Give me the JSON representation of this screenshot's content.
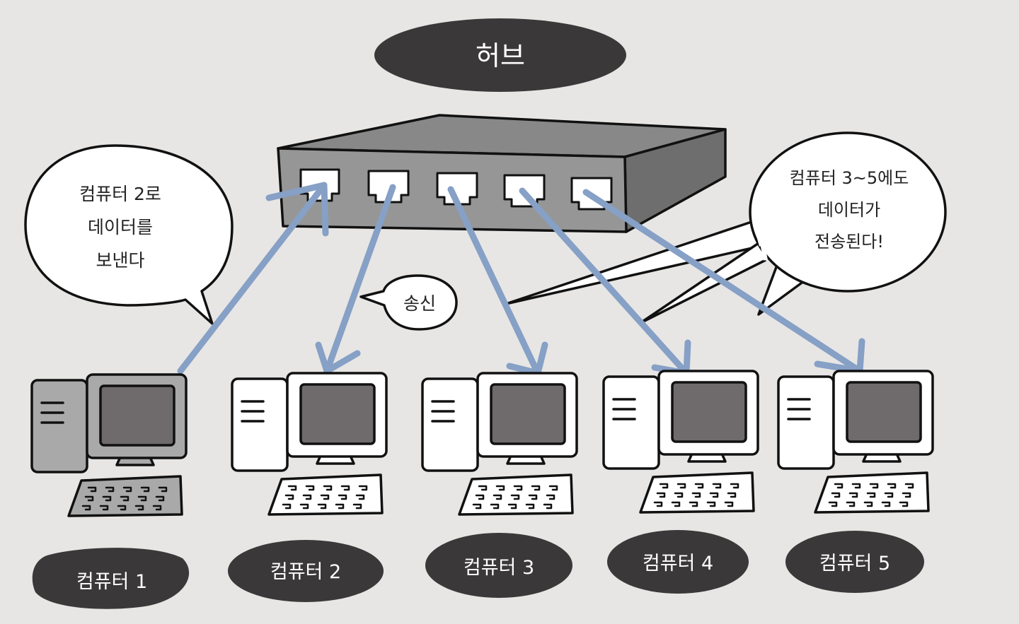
{
  "hub": {
    "title": "허브"
  },
  "speech_sender": {
    "lines": [
      "컴퓨터 2로",
      "데이터를",
      "보낸다"
    ]
  },
  "speech_broadcast": {
    "lines": [
      "컴퓨터 3~5에도",
      "데이터가",
      "전송된다!"
    ]
  },
  "speech_send": {
    "label": "송신"
  },
  "computers": [
    {
      "label": "컴퓨터 1",
      "highlighted": true
    },
    {
      "label": "컴퓨터 2",
      "highlighted": false
    },
    {
      "label": "컴퓨터 3",
      "highlighted": false
    },
    {
      "label": "컴퓨터 4",
      "highlighted": false
    },
    {
      "label": "컴퓨터 5",
      "highlighted": false
    }
  ],
  "colors": {
    "background": "#e7e6e4",
    "label_pill": "#3a3839",
    "hub_front": "#969696",
    "hub_top": "#888888",
    "hub_side": "#6e6e6e",
    "arrow": "#86a0c6",
    "screen": "#6f6b6c",
    "highlighted_body": "#a9a9a9"
  }
}
